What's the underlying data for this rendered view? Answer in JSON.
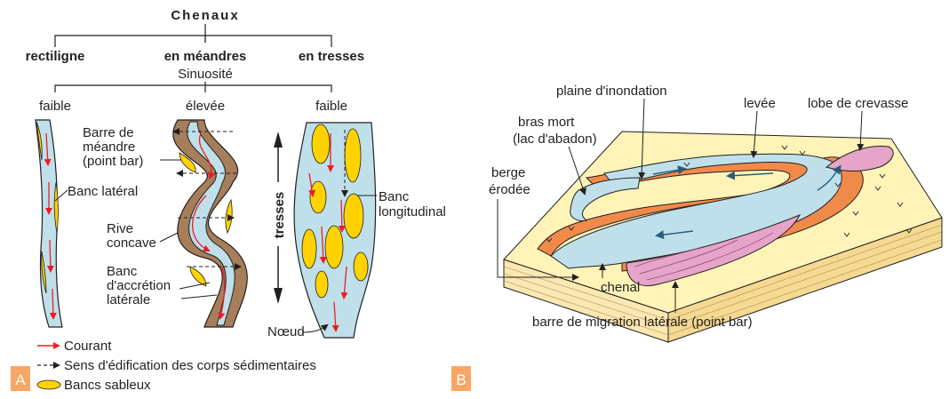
{
  "colors": {
    "water": "#bfe0ea",
    "sand": "#ffd200",
    "current_arrow": "#ed1c24",
    "levee": "#f08a4b",
    "floodplain": "#fff3b8",
    "point_bar": "#e5a4c8",
    "bank": "#a77e5a",
    "panel_tag": "#f7a665"
  },
  "panel_a": {
    "tag": "A",
    "title": "Chenaux",
    "types": [
      "rectiligne",
      "en méandres",
      "en tresses"
    ],
    "sinuosity_label": "Sinuosité",
    "sinuosity_values": [
      "faible",
      "élevée",
      "faible"
    ],
    "labels": {
      "point_bar_1": "Barre de",
      "point_bar_2": "méandre",
      "point_bar_3": "(point bar)",
      "lateral_bank": "Banc latéral",
      "concave_1": "Rive",
      "concave_2": "concave",
      "accretion_1": "Banc",
      "accretion_2": "d'accrétion",
      "accretion_3": "latérale",
      "tresses": "tresses",
      "long_bank_1": "Banc",
      "long_bank_2": "longitudinal",
      "node": "Nœud"
    },
    "legend": [
      {
        "icon": "red-arrow",
        "text": "Courant"
      },
      {
        "icon": "dashed-arrow",
        "text": "Sens d'édification des corps sédimentaires"
      },
      {
        "icon": "sand-bank",
        "text": "Bancs sableux"
      }
    ]
  },
  "panel_b": {
    "tag": "B",
    "labels": {
      "floodplain": "plaine d'inondation",
      "levee": "levée",
      "crevasse": "lobe de crevasse",
      "oxbow_1": "bras mort",
      "oxbow_2": "(lac d'abadon)",
      "bank_1": "berge",
      "bank_2": "érodée",
      "channel": "chenal",
      "point_bar": "barre de migration latérale (point bar)"
    }
  }
}
